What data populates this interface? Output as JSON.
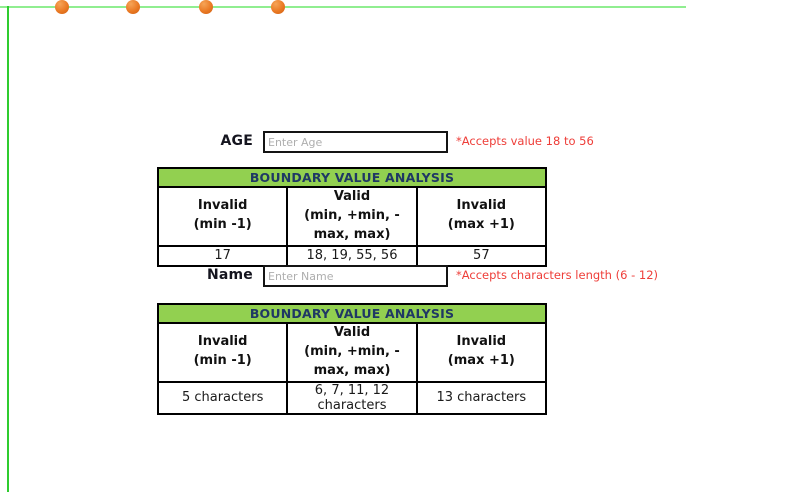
{
  "decor": {
    "top_line_color": "#90ee90",
    "left_line_color": "#2fcc2f",
    "dot_color": "#ea7a24",
    "dot_count": 4
  },
  "colors": {
    "banner_bg": "#92d050",
    "banner_text": "#1f3864",
    "note_red": "#ee3d38",
    "input_border": "#141414",
    "placeholder_gray": "#aeaeae"
  },
  "fields": [
    {
      "label": "AGE",
      "value": "",
      "placeholder": "Enter Age",
      "note": "*Accepts value 18 to 56"
    },
    {
      "label": "Name",
      "value": "",
      "placeholder": "Enter Name",
      "note": "*Accepts characters length (6 - 12)"
    }
  ],
  "tables": [
    {
      "title": "BOUNDARY VALUE ANALYSIS",
      "columns": [
        {
          "line1": "Invalid",
          "line2": "(min -1)"
        },
        {
          "line1": "Valid",
          "line2": "(min, +min, -max, max)"
        },
        {
          "line1": "Invalid",
          "line2": "(max +1)"
        }
      ],
      "values": [
        "17",
        "18, 19, 55, 56",
        "57"
      ]
    },
    {
      "title": "BOUNDARY VALUE ANALYSIS",
      "columns": [
        {
          "line1": "Invalid",
          "line2": "(min -1)"
        },
        {
          "line1": "Valid",
          "line2": "(min, +min, -max, max)"
        },
        {
          "line1": "Invalid",
          "line2": "(max +1)"
        }
      ],
      "values": [
        "5 characters",
        "6, 7, 11, 12 characters",
        "13 characters"
      ]
    }
  ]
}
